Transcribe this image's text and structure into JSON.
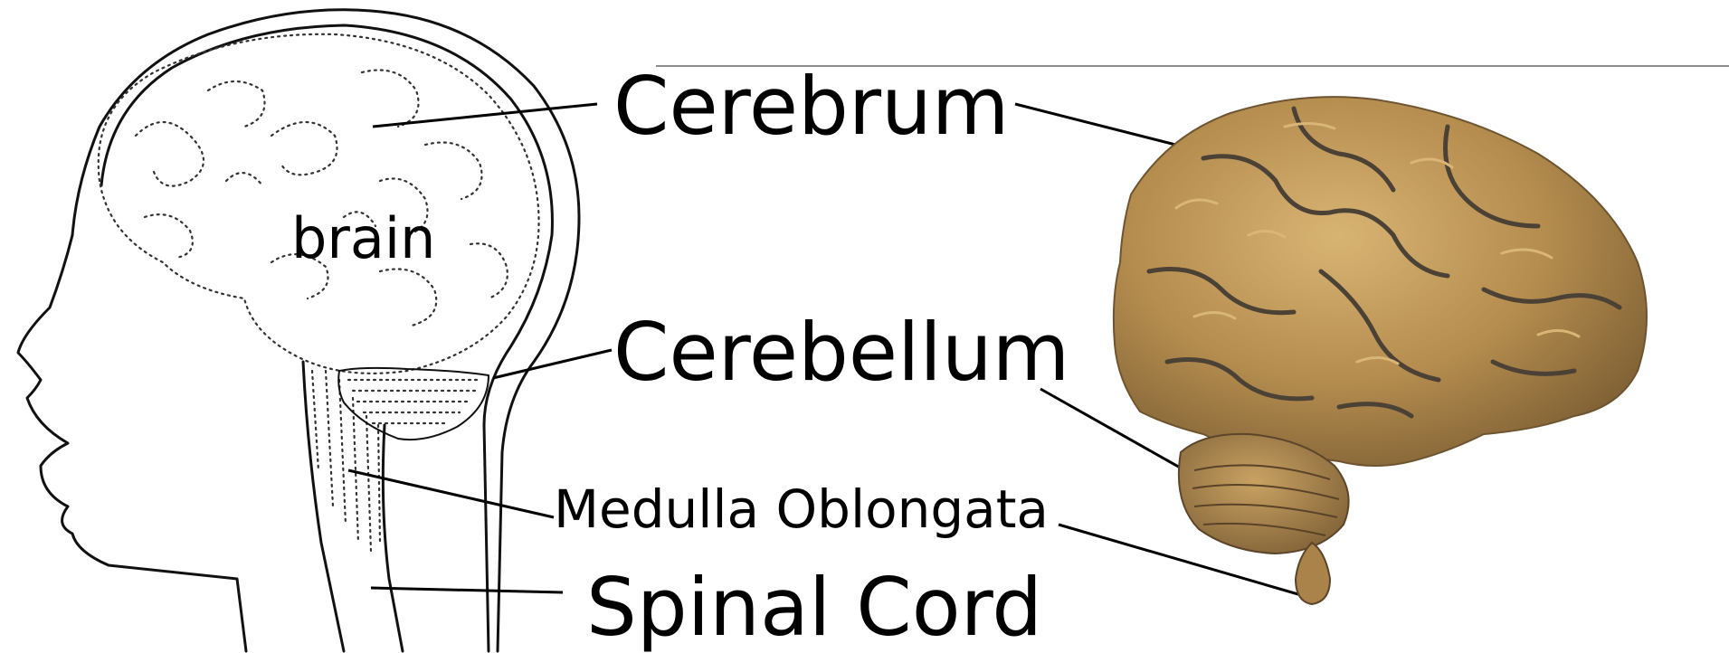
{
  "labels": {
    "brain": "brain",
    "cerebrum": "Cerebrum",
    "cerebellum": "Cerebellum",
    "medulla": "Medulla Oblongata",
    "spinal_cord": "Spinal Cord"
  },
  "colors": {
    "line": "#000000",
    "brain_photo_base": "#b58d4f",
    "brain_photo_fold": "#4b4235",
    "brain_photo_highlight": "#d4b06e"
  }
}
